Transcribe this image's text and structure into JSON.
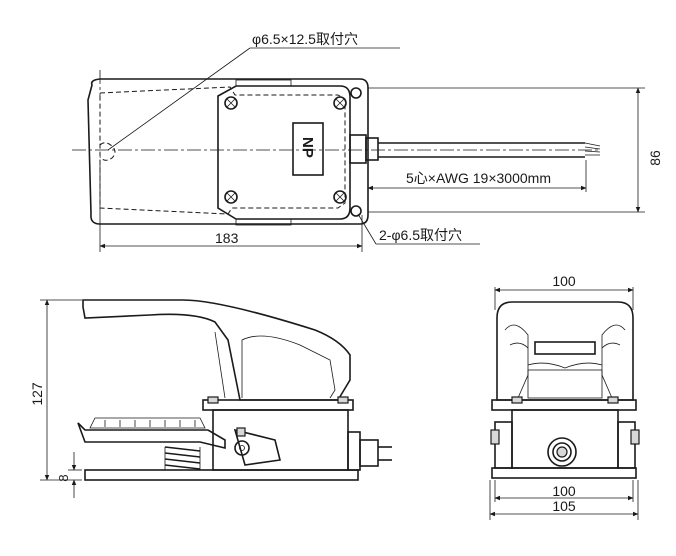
{
  "drawing": {
    "top_view": {
      "hole_callout_top": "φ6.5×12.5取付穴",
      "hole_callout_bottom": "2-φ6.5取付穴",
      "cable_callout": "5心×AWG 19×3000mm",
      "label_plate": "NP",
      "dim_length": "183",
      "dim_height": "86"
    },
    "side_view": {
      "dim_height": "127",
      "dim_base": "8"
    },
    "front_view": {
      "dim_top_width": "100",
      "dim_base_width": "100",
      "dim_overall_width": "105"
    }
  }
}
